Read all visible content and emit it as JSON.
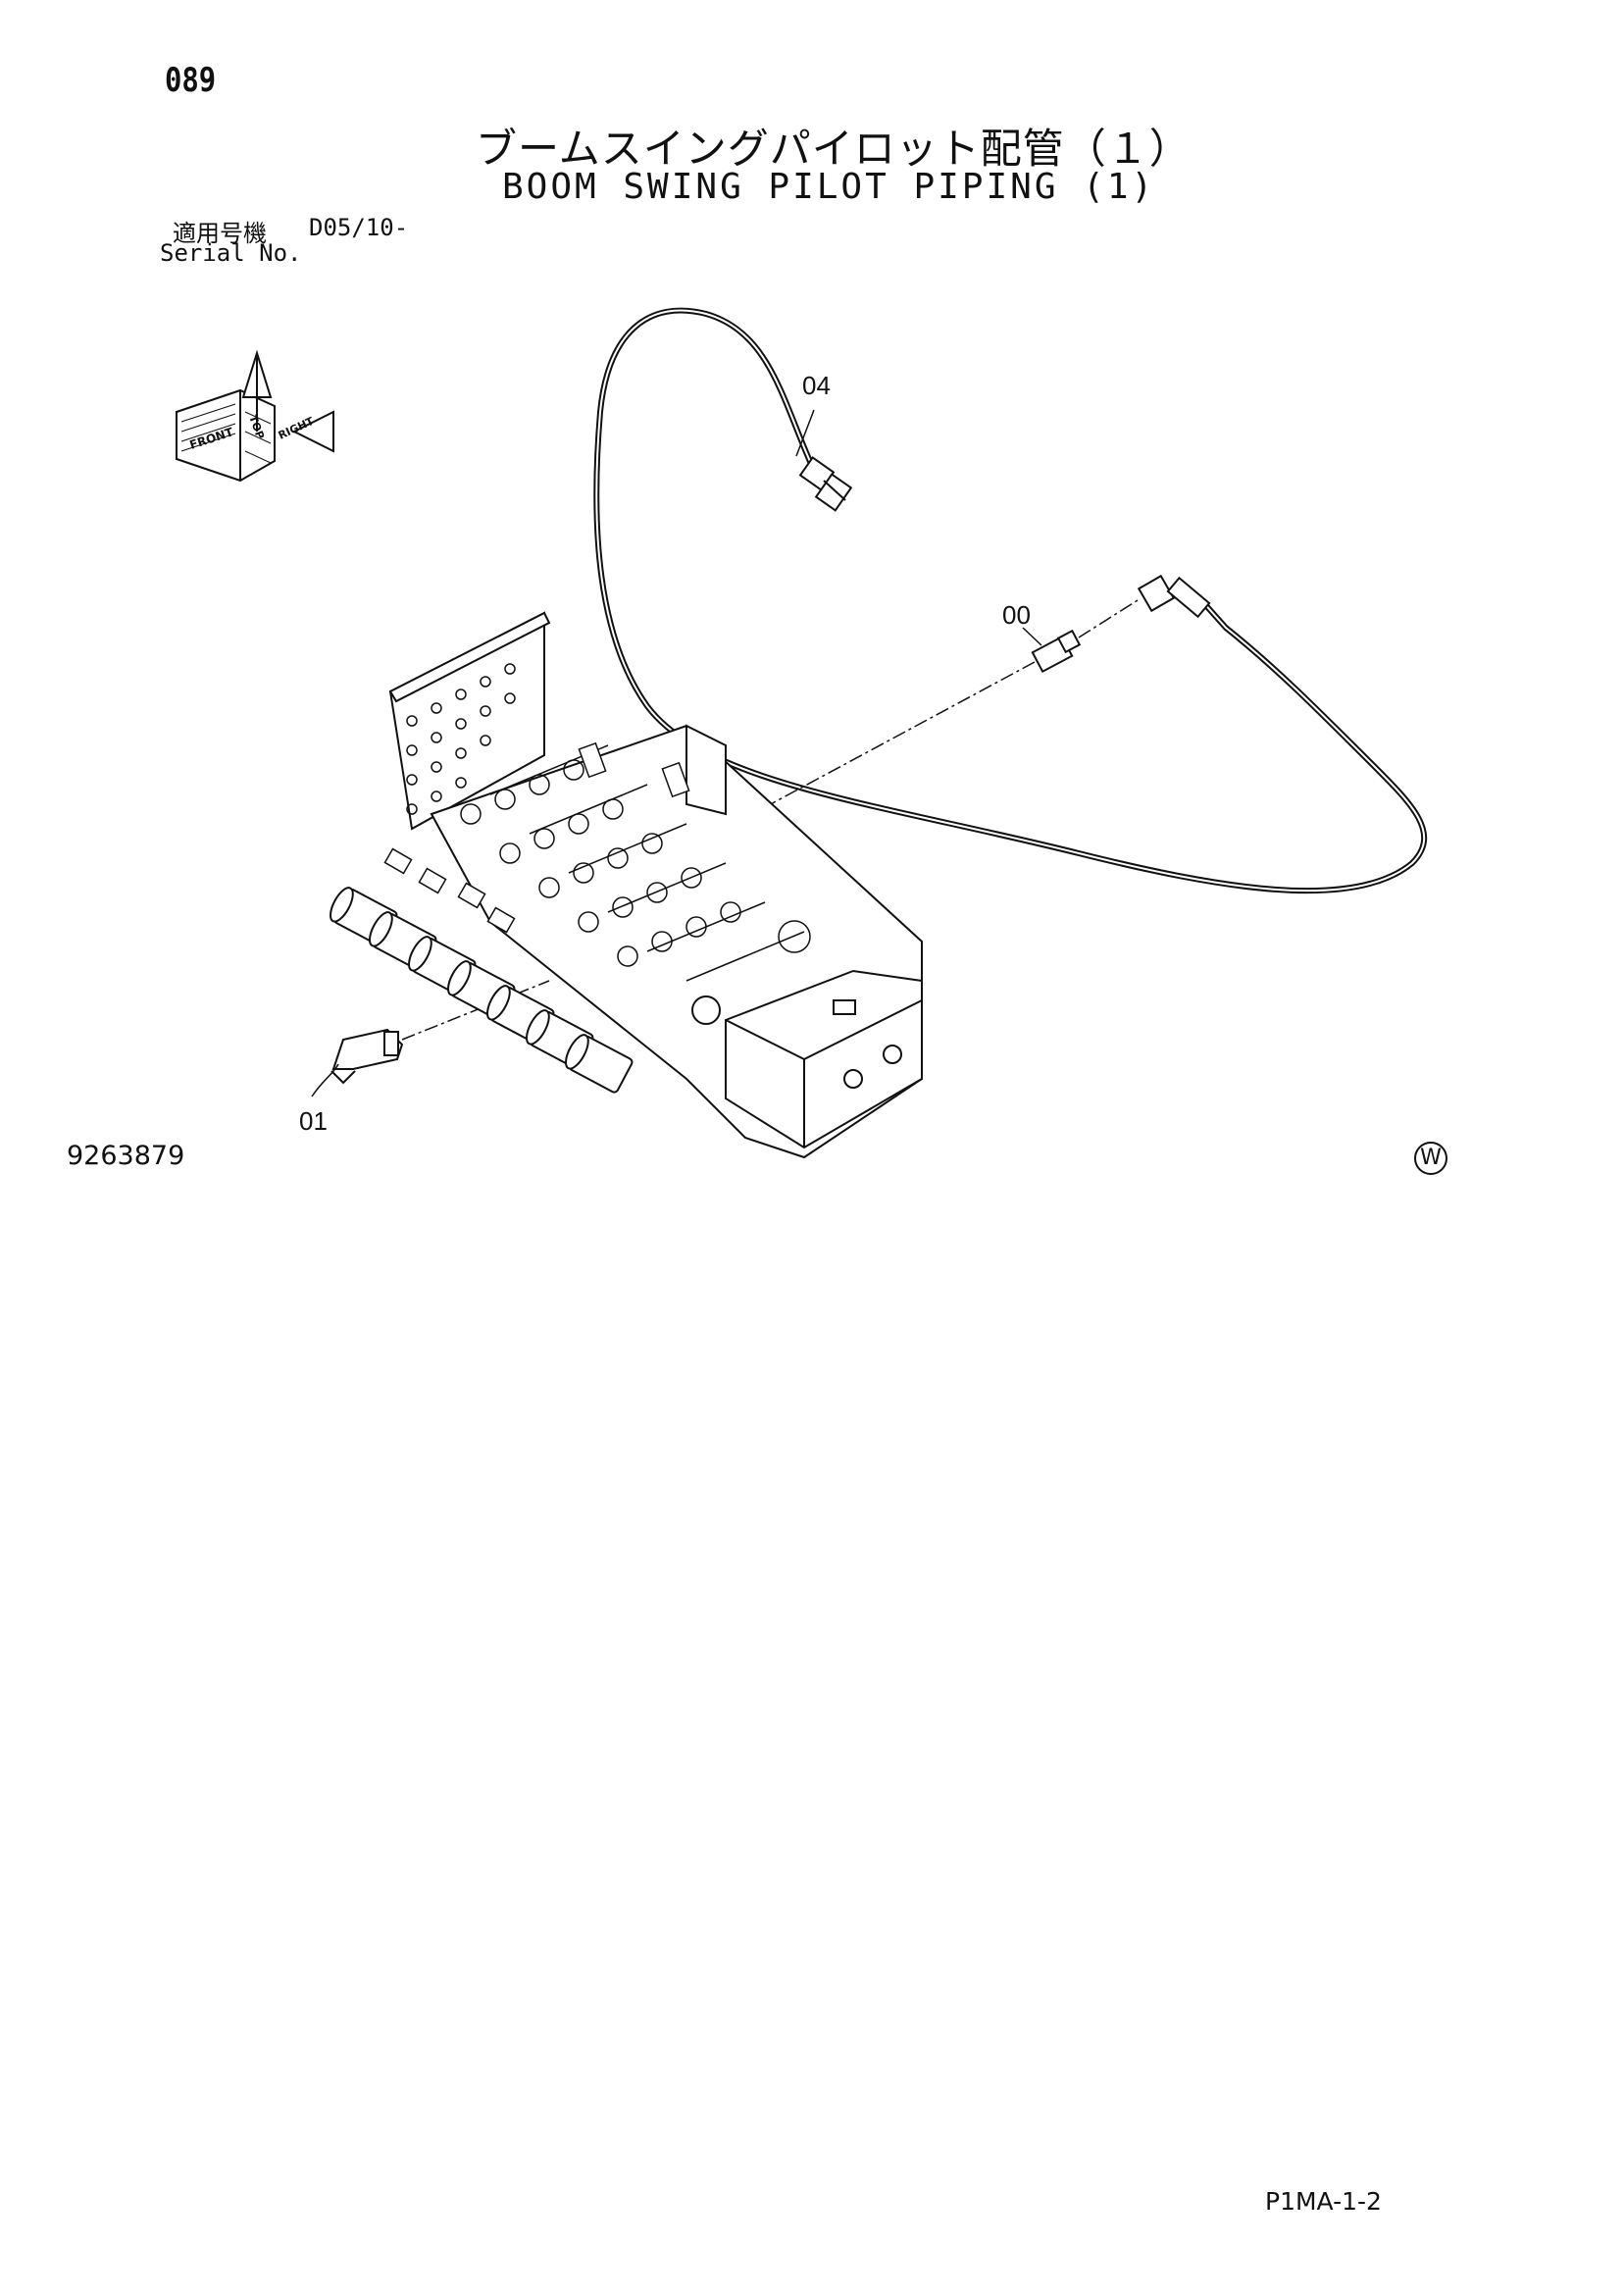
{
  "header": {
    "page_number": "089",
    "title_jp": "ブームスイングパイロット配管（１）",
    "title_en": "BOOM SWING PILOT PIPING (1)"
  },
  "serial": {
    "label_jp": "適用号機",
    "value": "D05/10-",
    "label_en": "Serial No."
  },
  "callouts": [
    "04",
    "00",
    "01"
  ],
  "footer": {
    "figure_id": "9263879",
    "watermark": "W",
    "page_code": "P1MA-1-2"
  },
  "orientation_icon": {
    "labels": [
      "FRONT",
      "TOP",
      "RIGHT"
    ]
  }
}
